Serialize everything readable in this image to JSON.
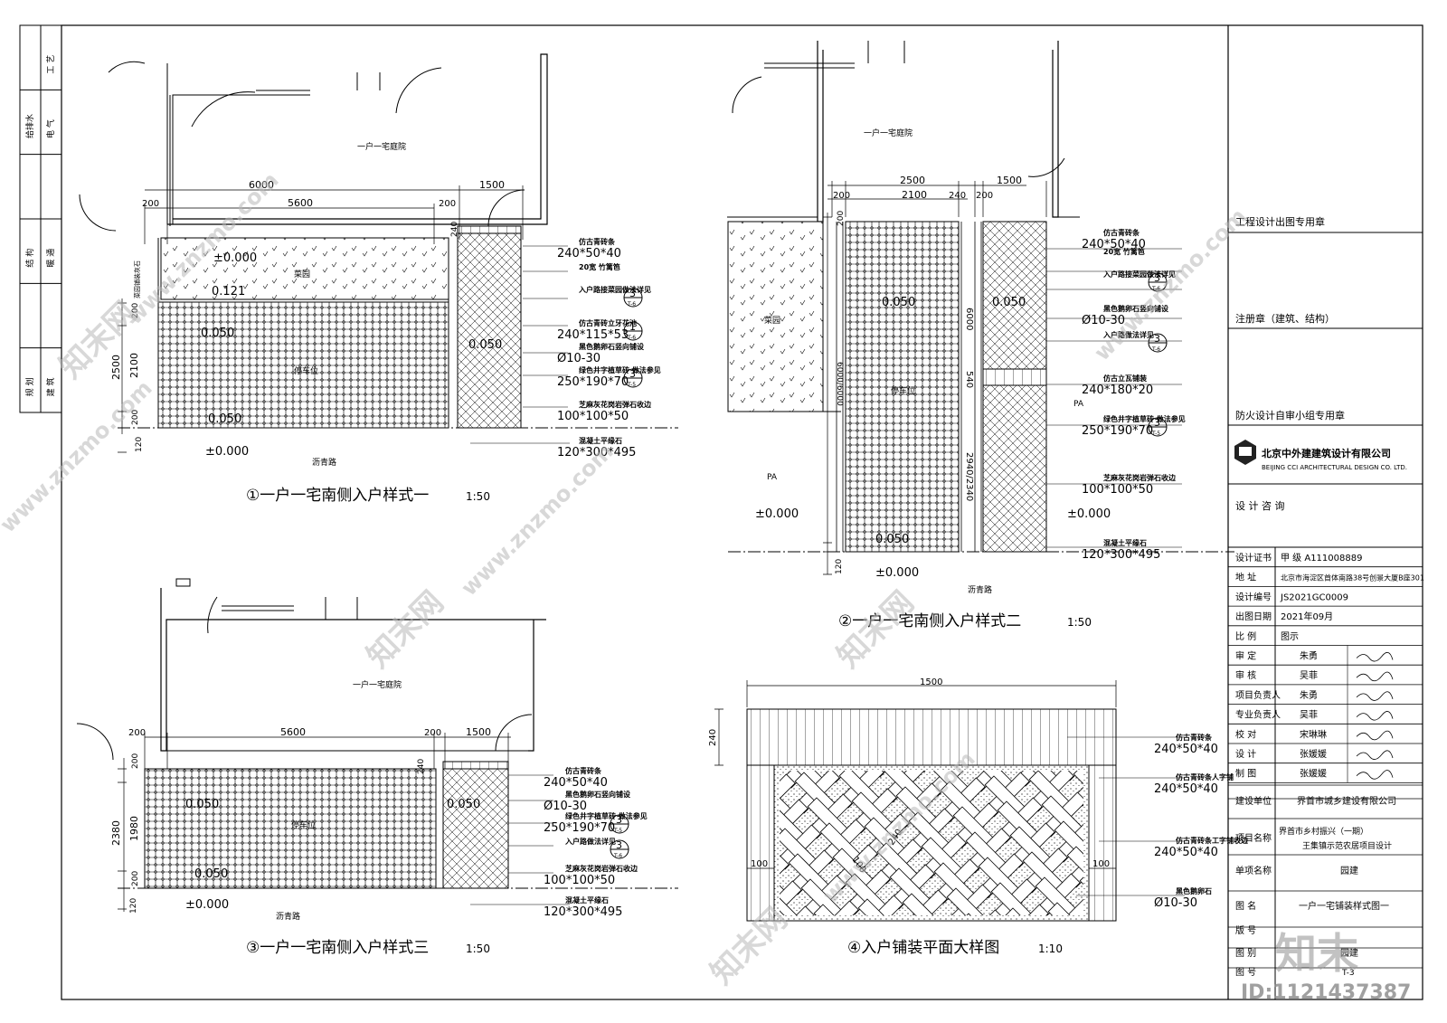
{
  "left_strip": {
    "labels": [
      "工 艺",
      "给排水",
      "电 气",
      "结 构",
      "暖 通",
      "规 划",
      "建 筑"
    ]
  },
  "views": [
    {
      "title": "①一户一宅南侧入户样式一",
      "scale": "1:50",
      "courtyard": "一户一宅庭院",
      "road": "沥青路",
      "garden": "菜园",
      "parking": "停车位",
      "side_label": "菜园铺装灰石",
      "dims": {
        "top_total": "6000",
        "top_main": "5600",
        "top_side": "1500",
        "wall_l": "200",
        "wall_r": "200",
        "curb": "240",
        "v1": "200",
        "v2": "2100",
        "v3": "200",
        "v_total": "2500",
        "v_curb": "120"
      },
      "levels": [
        "±0.000",
        "0.121",
        "0.050",
        "0.050",
        "0.050",
        "±0.000"
      ],
      "notes": [
        {
          "name": "仿古青砖条",
          "spec": "240*50*40"
        },
        {
          "name": "20宽 竹篱笆",
          "spec": ""
        },
        {
          "name": "入户路接菜园做法详见",
          "spec": "",
          "ref": "3",
          "sheet": "T-6"
        },
        {
          "name": "仿古青砖立牙花池",
          "spec": "240*115*53",
          "ref": "1",
          "sheet": "T-6"
        },
        {
          "name": "黑色鹅卵石竖向铺设",
          "spec": "Ø10-30"
        },
        {
          "name": "绿色井字植草砖 做法参见",
          "spec": "250*190*70",
          "ref": "3",
          "sheet": "T-5"
        },
        {
          "name": "芝麻灰花岗岩弹石收边",
          "spec": "100*100*50"
        },
        {
          "name": "混凝土平缘石",
          "spec": "120*300*495"
        }
      ]
    },
    {
      "title": "②一户一宅南侧入户样式二",
      "scale": "1:50",
      "courtyard": "一户一宅庭院",
      "road": "沥青路",
      "garden": "菜园",
      "parking": "停车位",
      "pa_left": "PA",
      "pa_right": "PA",
      "dims": {
        "top_total": "2500",
        "top_main": "2100",
        "top_side": "1500",
        "wall_l": "200",
        "mid": "240",
        "wall_r": "200",
        "v_main": "6000",
        "v_dual": "6000/6000",
        "v_540": "540",
        "v_2940": "2940/2340",
        "v1": "200",
        "v_curb": "120"
      },
      "levels": [
        "0.050",
        "0.050",
        "±0.000",
        "±0.000",
        "0.050",
        "±0.000"
      ],
      "notes": [
        {
          "name": "仿古青砖条",
          "spec": "240*50*40"
        },
        {
          "name": "20宽 竹篱笆",
          "spec": ""
        },
        {
          "name": "入户路接菜园做法详见",
          "spec": "",
          "ref": "3",
          "sheet": "T-6"
        },
        {
          "name": "黑色鹅卵石竖向铺设",
          "spec": "Ø10-30"
        },
        {
          "name": "入户路做法详见",
          "spec": "",
          "ref": "3",
          "sheet": "T-6"
        },
        {
          "name": "仿古立瓦铺装",
          "spec": "240*180*20"
        },
        {
          "name": "绿色井字植草砖 做法参见",
          "spec": "250*190*70",
          "ref": "3",
          "sheet": "T-5"
        },
        {
          "name": "芝麻灰花岗岩弹石收边",
          "spec": "100*100*50"
        },
        {
          "name": "混凝土平缘石",
          "spec": "120*300*495"
        }
      ]
    },
    {
      "title": "③一户一宅南侧入户样式三",
      "scale": "1:50",
      "courtyard": "一户一宅庭院",
      "road": "沥青路",
      "parking": "停车位",
      "dims": {
        "top_main": "5600",
        "top_side": "1500",
        "wall_l": "200",
        "wall_r": "200",
        "curb": "240",
        "v1": "200",
        "v2": "1980",
        "v3": "200",
        "v_total": "2380",
        "v_curb": "120"
      },
      "levels": [
        "0.050",
        "0.050",
        "0.050",
        "±0.000"
      ],
      "notes": [
        {
          "name": "仿古青砖条",
          "spec": "240*50*40"
        },
        {
          "name": "黑色鹅卵石竖向铺设",
          "spec": "Ø10-30"
        },
        {
          "name": "绿色井字植草砖 做法参见",
          "spec": "250*190*70",
          "ref": "3",
          "sheet": "T-5"
        },
        {
          "name": "入户路做法详见",
          "spec": "",
          "ref": "3",
          "sheet": "T-6"
        },
        {
          "name": "芝麻灰花岗岩弹石收边",
          "spec": "100*100*50"
        },
        {
          "name": "混凝土平缘石",
          "spec": "120*300*495"
        }
      ]
    },
    {
      "title": "④入户铺装平面大样图",
      "scale": "1:10",
      "dims": {
        "width": "1500",
        "band": "240",
        "margin_l": "100",
        "margin_r": "100",
        "diag_short": "100",
        "diag_long": "240"
      },
      "notes": [
        {
          "name": "仿古青砖条",
          "spec": "240*50*40"
        },
        {
          "name": "仿古青砖条人字铺",
          "spec": "240*50*40"
        },
        {
          "name": "仿古青砖条工字铺收边",
          "spec": "240*50*40"
        },
        {
          "name": "黑色鹅卵石",
          "spec": "Ø10-30"
        }
      ]
    }
  ],
  "title_block": {
    "stamps": [
      "工程设计出图专用章",
      "注册章（建筑、结构）",
      "防火设计自审小组专用章"
    ],
    "company_cn": "北京中外建建筑设计有限公司",
    "company_en": "BEIJING CCI ARCHITECTURAL DESIGN CO. LTD.",
    "consult": "设 计 咨 询",
    "rows": [
      {
        "label": "设计证书",
        "value": "甲 级 A111008889"
      },
      {
        "label": "地 址",
        "value": "北京市海淀区首体南路38号创景大厦B座301"
      },
      {
        "label": "设计编号",
        "value": "JS2021GC0009"
      },
      {
        "label": "出图日期",
        "value": "2021年09月"
      },
      {
        "label": "比 例",
        "value": "图示"
      },
      {
        "label": "审 定",
        "value": "朱勇"
      },
      {
        "label": "审 核",
        "value": "吴菲"
      },
      {
        "label": "项目负责人",
        "value": "朱勇"
      },
      {
        "label": "专业负责人",
        "value": "吴菲"
      },
      {
        "label": "校 对",
        "value": "宋琳琳"
      },
      {
        "label": "设 计",
        "value": "张媛媛"
      },
      {
        "label": "制 图",
        "value": "张媛媛"
      }
    ],
    "owner_label": "建设单位",
    "owner": "界首市城乡建设有限公司",
    "project_label": "项目名称",
    "project_line1": "界首市乡村振兴（一期）",
    "project_line2": "王集镇示范农居项目设计",
    "item_label": "单项名称",
    "item": "园建",
    "drawing_label": "图 名",
    "drawing": "一户一宅铺装样式图一",
    "version_label": "版 号",
    "category_label": "图 别",
    "category": "园建",
    "number_label": "图 号",
    "number": "T-3"
  },
  "watermarks": {
    "site": "www.znzmo.com",
    "brand": "知末网",
    "logo": "知末",
    "id": "ID:1121437387"
  },
  "colors": {
    "line": "#000000",
    "watermark": "#b8b8b8"
  }
}
